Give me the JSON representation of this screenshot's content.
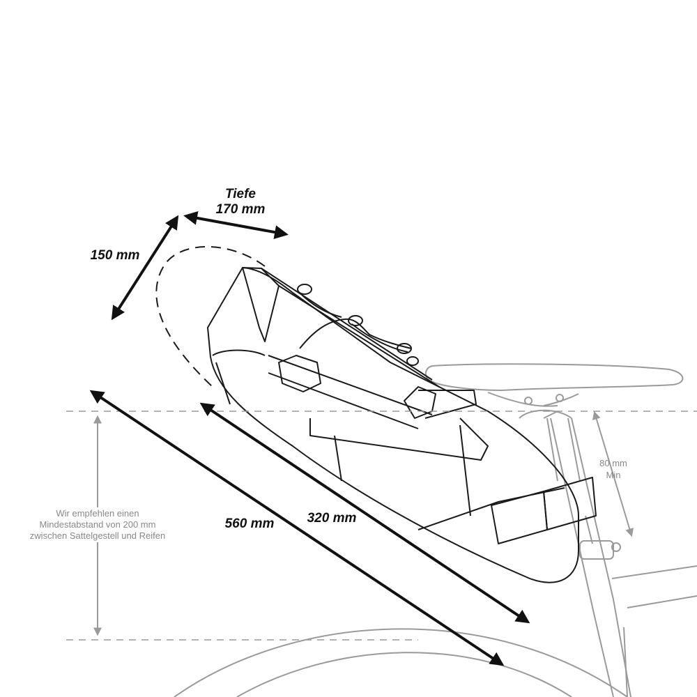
{
  "colors": {
    "line_dark": "#1a1a1a",
    "line_light": "#9a9a9a",
    "arrow": "#111111",
    "note_text": "#888888",
    "background": "#ffffff"
  },
  "dimensions": {
    "depth_title": "Tiefe",
    "depth_value": "170 mm",
    "height_value": "150 mm",
    "total_length": "560 mm",
    "bag_length": "320 mm",
    "clearance_value": "80 mm",
    "clearance_label": "Min"
  },
  "note": {
    "line1": "Wir empfehlen einen",
    "line2": "Mindestabstand von 200 mm",
    "line3": "zwischen Sattelgestell und Reifen"
  }
}
